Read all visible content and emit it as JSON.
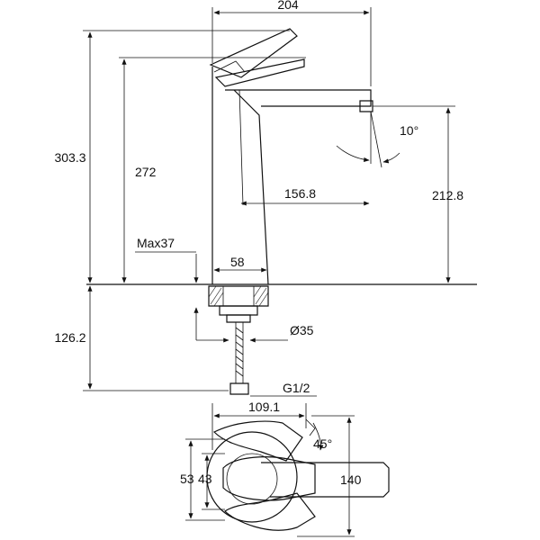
{
  "dimensions": {
    "overall_reach": "204",
    "total_height": "303.3",
    "handle_height": "272",
    "spout_angle": "10°",
    "spout_reach": "156.8",
    "spout_height": "212.8",
    "max_deck_thickness": "Max37",
    "body_width": "58",
    "below_deck_length": "126.2",
    "hole_diameter": "Ø35",
    "connection_thread": "G1/2",
    "top_view_reach": "109.1",
    "handle_rotation": "45°",
    "top_view_dim_a": "53",
    "top_view_dim_b": "43",
    "top_view_depth": "140"
  }
}
